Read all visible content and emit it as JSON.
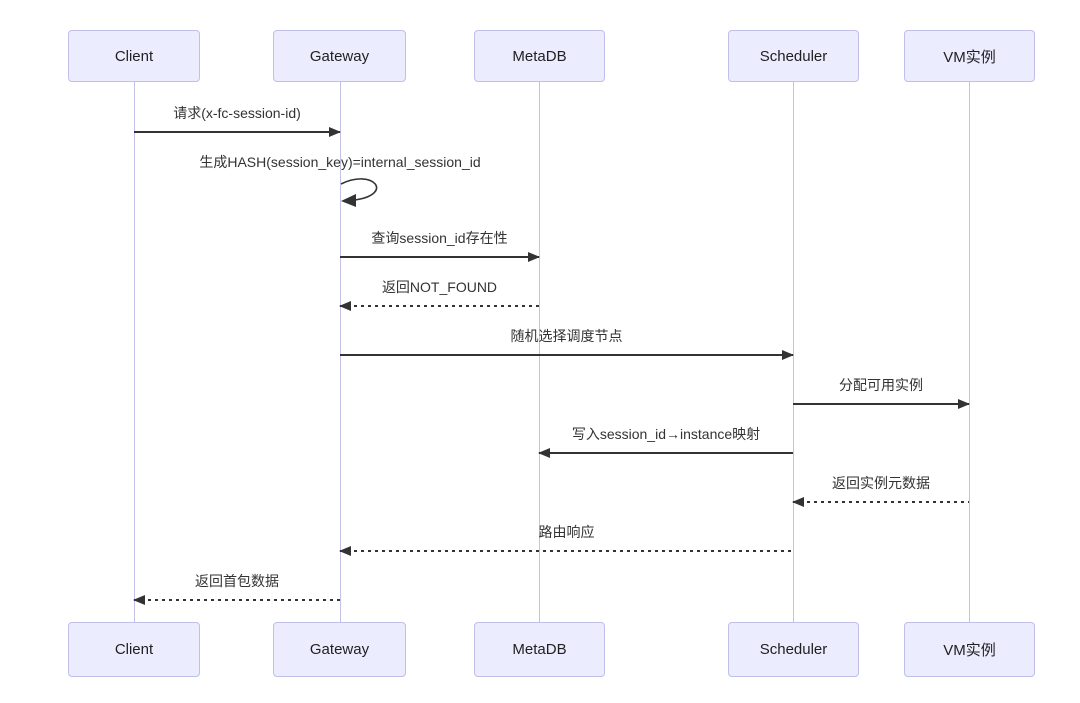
{
  "diagram": {
    "type": "sequence-diagram",
    "actors": [
      {
        "id": "client",
        "label": "Client"
      },
      {
        "id": "gateway",
        "label": "Gateway"
      },
      {
        "id": "metadb",
        "label": "MetaDB"
      },
      {
        "id": "scheduler",
        "label": "Scheduler"
      },
      {
        "id": "vm",
        "label": "VM实例"
      }
    ],
    "messages": [
      {
        "seq": 1,
        "from": "Client",
        "to": "Gateway",
        "label": "请求(x-fc-session-id)",
        "line": "solid",
        "direction": "right"
      },
      {
        "seq": 2,
        "from": "Gateway",
        "to": "Gateway",
        "label": "生成HASH(session_key)=internal_session_id",
        "line": "solid",
        "direction": "self"
      },
      {
        "seq": 3,
        "from": "Gateway",
        "to": "MetaDB",
        "label": "查询session_id存在性",
        "line": "solid",
        "direction": "right"
      },
      {
        "seq": 4,
        "from": "MetaDB",
        "to": "Gateway",
        "label": "返回NOT_FOUND",
        "line": "dashed",
        "direction": "left"
      },
      {
        "seq": 5,
        "from": "Gateway",
        "to": "Scheduler",
        "label": "随机选择调度节点",
        "line": "solid",
        "direction": "right"
      },
      {
        "seq": 6,
        "from": "Scheduler",
        "to": "VM实例",
        "label": "分配可用实例",
        "line": "solid",
        "direction": "right"
      },
      {
        "seq": 7,
        "from": "Scheduler",
        "to": "MetaDB",
        "label": "写入session_id→instance映射",
        "line": "solid",
        "direction": "left"
      },
      {
        "seq": 8,
        "from": "VM实例",
        "to": "Scheduler",
        "label": "返回实例元数据",
        "line": "dashed",
        "direction": "left"
      },
      {
        "seq": 9,
        "from": "Scheduler",
        "to": "Gateway",
        "label": "路由响应",
        "line": "dashed",
        "direction": "left"
      },
      {
        "seq": 10,
        "from": "Gateway",
        "to": "Client",
        "label": "返回首包数据",
        "line": "dashed",
        "direction": "left"
      }
    ],
    "colors": {
      "actor_fill": "#ECECFF",
      "actor_border": "#BFBFE8",
      "lifeline": "#C3C3E8",
      "arrow": "#333333",
      "background": "#FFFFFF"
    }
  }
}
